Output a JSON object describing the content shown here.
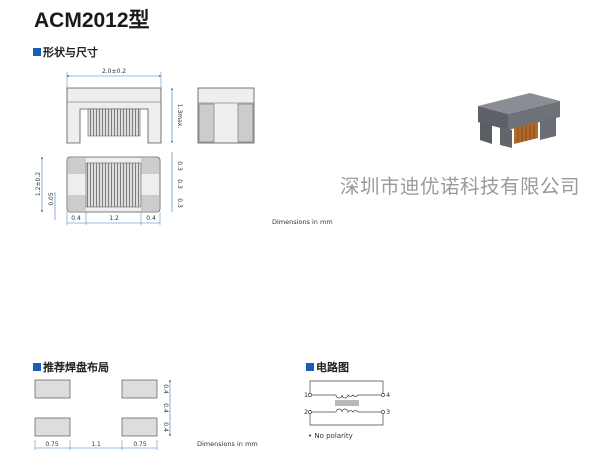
{
  "title": "ACM2012型",
  "sections": {
    "shape": "形状与尺寸",
    "land": "推荐焊盘布局",
    "circuit": "电路图"
  },
  "dimensions": {
    "length": "2.0±0.2",
    "height": "1.3max.",
    "width": "1.2±0.2",
    "gap": "0.05",
    "right": [
      "0.3",
      "0.3",
      "0.3"
    ],
    "bottom": [
      "0.4",
      "1.2",
      "0.4"
    ],
    "note": "Dimensions in mm"
  },
  "land": {
    "right": [
      "0.4",
      "0.4",
      "0.4"
    ],
    "bottom": [
      "0.75",
      "1.1",
      "0.75"
    ],
    "note": "Dimensions in mm"
  },
  "circuit": {
    "pins": [
      "1",
      "2",
      "4",
      "3"
    ],
    "note": "• No polarity"
  },
  "watermark": "深圳市迪优诺科技有限公司",
  "colors": {
    "accent": "#1560b0",
    "pad": "#d9d9d9",
    "outline": "#555555",
    "dim": "#3a7ab8"
  }
}
